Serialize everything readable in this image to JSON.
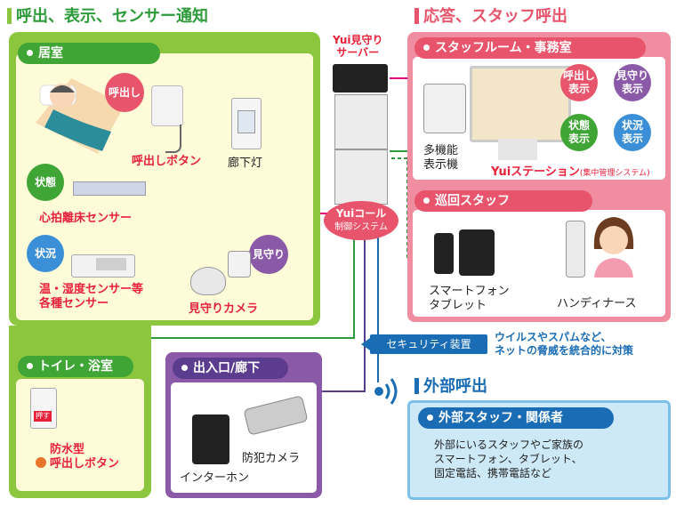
{
  "titles": {
    "left": "呼出、表示、センサー通知",
    "right": "応答、スタッフ呼出",
    "external": "外部呼出"
  },
  "server": {
    "label": "Yui見守り\nサーバー",
    "control_label": "Yuiコール",
    "control_sub": "制御システム"
  },
  "room": {
    "header": "居室",
    "call_circle": "呼出し",
    "call_button": "呼出しボタン",
    "corridor_light": "廊下灯",
    "state_circle": "状態",
    "heart_sensor": "心拍離床センサー",
    "situation_circle": "状況",
    "temp_sensor": "温・湿度センサー等\n各種センサー",
    "watch_circle": "見守り",
    "watch_camera": "見守りカメラ"
  },
  "toilet": {
    "header": "トイレ・浴室",
    "button_text": "押す",
    "label": "防水型\n呼出しボタン"
  },
  "entrance": {
    "header": "出入口/廊下",
    "intercom": "インターホン",
    "camera": "防犯カメラ"
  },
  "staff_room": {
    "header": "スタッフルーム・事務室",
    "phone": "多機能\n表示機",
    "station": "Yuiステーション",
    "station_sub": "(集中管理システム)",
    "circles": [
      "呼出し\n表示",
      "見守り\n表示",
      "状態\n表示",
      "状況\n表示"
    ]
  },
  "patrol": {
    "header": "巡回スタッフ",
    "smartphone": "スマートフォン\nタブレット",
    "handy": "ハンディナース"
  },
  "security": {
    "tag": "セキュリティ装置",
    "desc": "ウイルスやスパムなど、\nネットの脅威を統合的に対策"
  },
  "external": {
    "header": "外部スタッフ・関係者",
    "desc": "外部にいるスタッフやご家族の\nスマートフォン、タブレット、\n固定電話、携帯電話など"
  },
  "colors": {
    "green": "#8cc63f",
    "green_dark": "#3fa535",
    "pink": "#f08da0",
    "pink_head": "#e8546b",
    "purple": "#8a5aa8",
    "blue": "#1a6db5",
    "light_blue": "#cde8f7",
    "red_text": "#e8213b"
  }
}
